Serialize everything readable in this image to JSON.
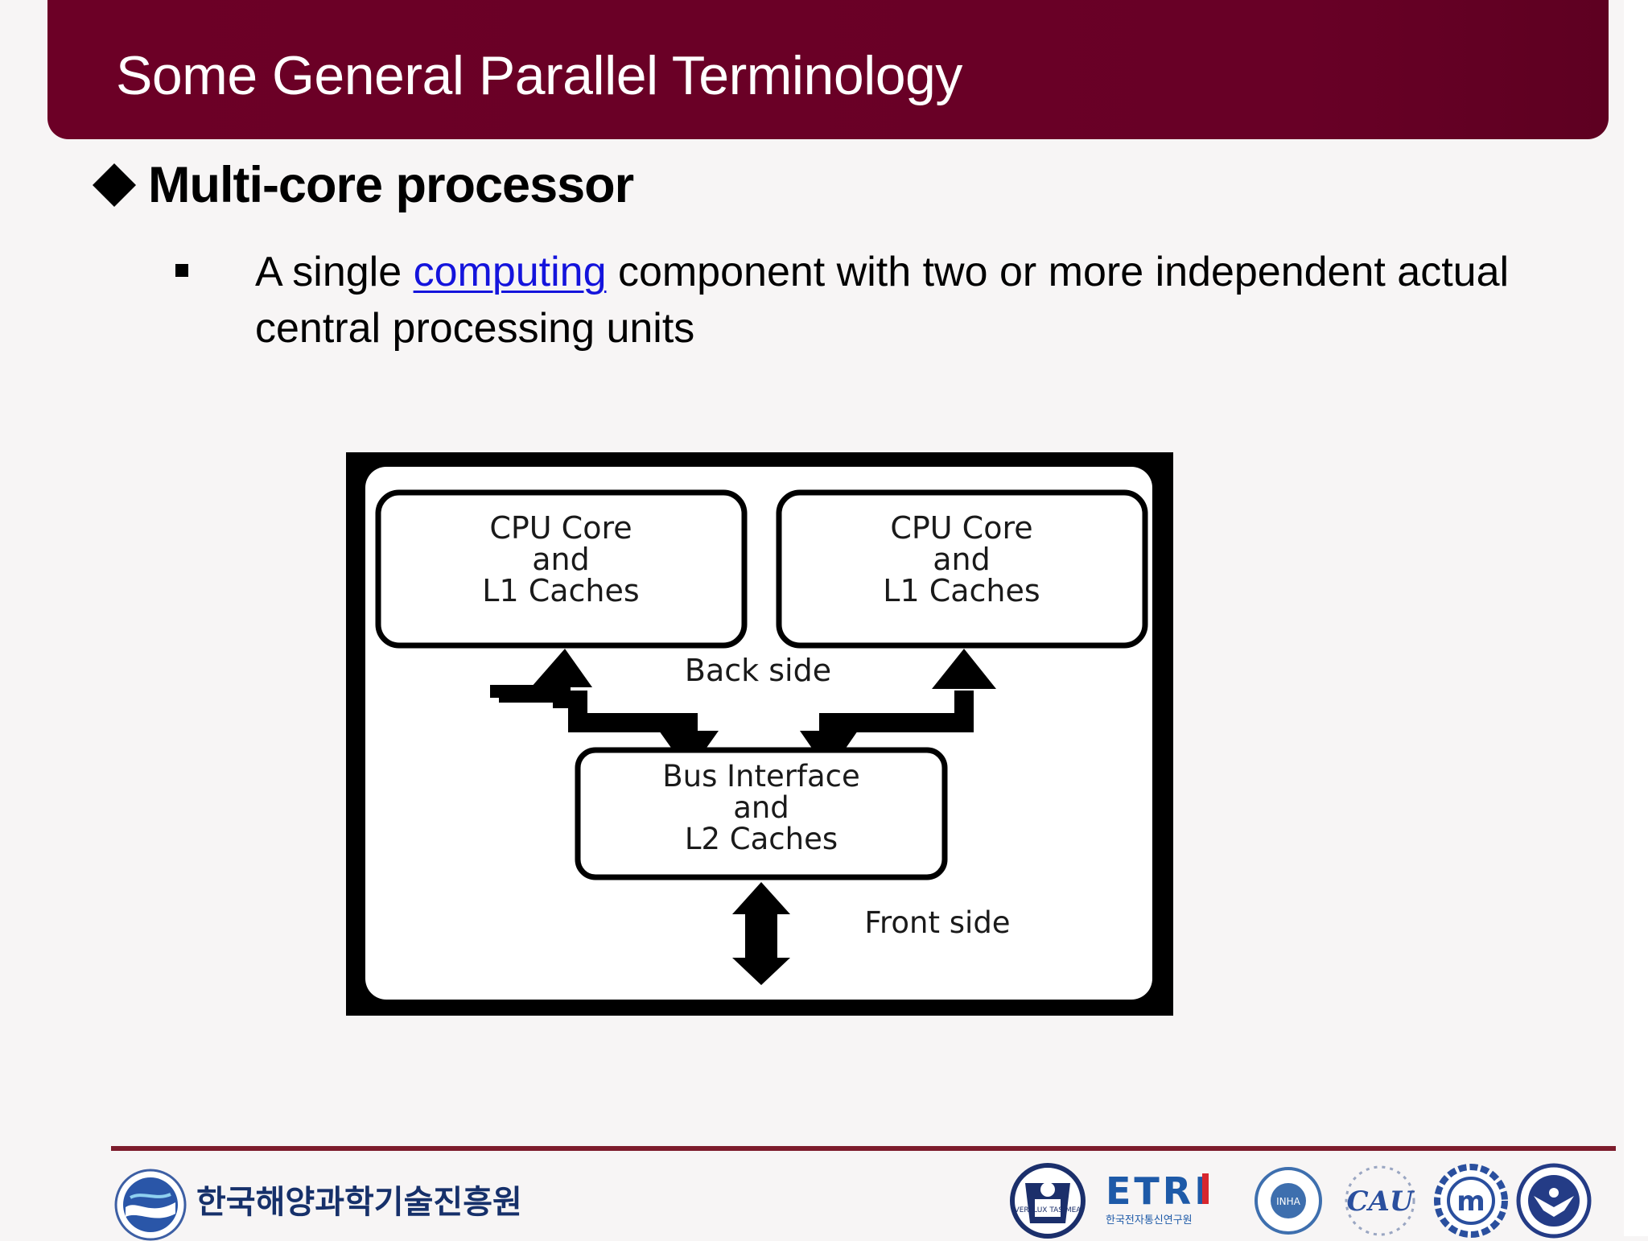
{
  "slide": {
    "title": "Some General Parallel Terminology",
    "heading": "Multi-core processor",
    "body": {
      "before_link": "A single ",
      "link_text": "computing",
      "after_link": " component with two or more independent actual central processing units"
    }
  },
  "diagram": {
    "core_left": [
      "CPU Core",
      "and",
      "L1 Caches"
    ],
    "core_right": [
      "CPU Core",
      "and",
      "L1 Caches"
    ],
    "back_side": "Back side",
    "bus": [
      "Bus Interface",
      "and",
      "L2 Caches"
    ],
    "front_side": "Front side"
  },
  "footer": {
    "org_name": "한국해양과학기술진흥원",
    "logos": {
      "snu": {
        "text": "VERI LUX TAS MEA"
      },
      "etri": {
        "word": "ETRI",
        "sub": "한국전자통신연구원"
      },
      "inha": {
        "text": "INHA"
      },
      "cau": {
        "text": "CAU"
      },
      "m": {
        "text": "m"
      }
    }
  },
  "colors": {
    "title_bar": "#6c0026",
    "footer_rule": "#7d1c2c",
    "link": "#1414dc",
    "etri_blue": "#1e5aa8",
    "etri_red": "#d7262e",
    "kimst_navy": "#16306a"
  }
}
